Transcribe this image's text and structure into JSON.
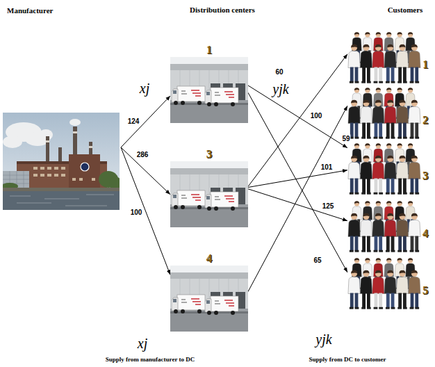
{
  "diagram": {
    "nodes": [
      {
        "text": [
          "Manufacturer"
        ]
      },
      {
        "text": [
          "1"
        ]
      },
      {
        "text": [
          "3"
        ]
      },
      {
        "text": [
          "4"
        ]
      },
      {
        "text": [
          "1"
        ]
      },
      {
        "text": [
          "2"
        ]
      },
      {
        "text": [
          "3"
        ]
      },
      {
        "text": [
          "4"
        ]
      },
      {
        "text": [
          "5"
        ]
      }
    ],
    "edges": [
      {
        "from": 0,
        "to": 1,
        "label": "124",
        "arrow": "to"
      },
      {
        "from": 0,
        "to": 2,
        "label": "286",
        "arrow": "to"
      },
      {
        "from": 0,
        "to": 3,
        "label": "100",
        "arrow": "to"
      },
      {
        "from": 1,
        "to": 6,
        "label": "59",
        "arrow": "to"
      },
      {
        "from": 1,
        "to": 8,
        "label": "65",
        "arrow": "to"
      },
      {
        "from": 2,
        "to": 4,
        "label": "60",
        "arrow": "to"
      },
      {
        "from": 2,
        "to": 6,
        "label": "101",
        "arrow": "to"
      },
      {
        "from": 2,
        "to": 7,
        "label": "125",
        "arrow": "to"
      },
      {
        "from": 3,
        "to": 5,
        "label": "100",
        "arrow": "to"
      }
    ],
    "labels": [
      "Distribution centers",
      "Customers",
      "xj",
      "yjk",
      "xj",
      "yjk",
      "Supply from manufacturer to DC",
      "Supply from DC to customer"
    ]
  }
}
